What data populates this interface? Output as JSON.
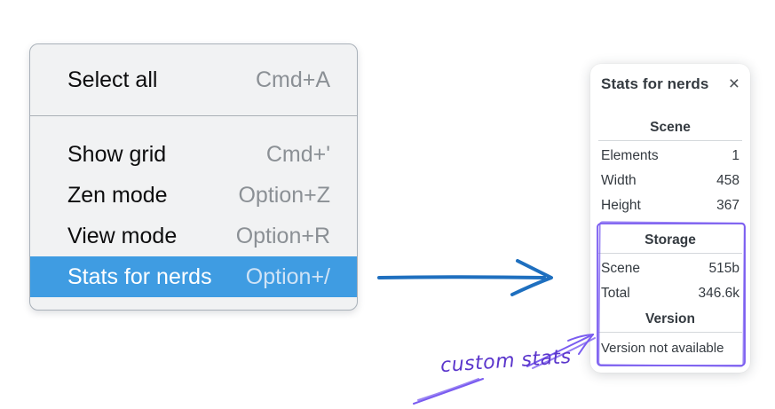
{
  "context_menu": {
    "sections": [
      {
        "items": [
          {
            "label": "Select all",
            "shortcut": "Cmd+A"
          }
        ]
      },
      {
        "items": [
          {
            "label": "Show grid",
            "shortcut": "Cmd+'"
          },
          {
            "label": "Zen mode",
            "shortcut": "Option+Z"
          },
          {
            "label": "View mode",
            "shortcut": "Option+R"
          },
          {
            "label": "Stats for nerds",
            "shortcut": "Option+/",
            "selected": true
          }
        ]
      }
    ]
  },
  "stats_panel": {
    "title": "Stats for nerds",
    "close_icon": "×",
    "sections": [
      {
        "heading": "Scene",
        "rows": [
          {
            "label": "Elements",
            "value": "1"
          },
          {
            "label": "Width",
            "value": "458"
          },
          {
            "label": "Height",
            "value": "367"
          }
        ]
      },
      {
        "heading": "Storage",
        "rows": [
          {
            "label": "Scene",
            "value": "515b"
          },
          {
            "label": "Total",
            "value": "346.6k"
          }
        ]
      },
      {
        "heading": "Version",
        "note": "Version not available"
      }
    ]
  },
  "annotation": {
    "label": "custom stats"
  },
  "colors": {
    "menu_highlight": "#3f9ce2",
    "flow_arrow": "#1e6fbf",
    "annotation_text": "#5b36cc",
    "annotation_stroke": "#7a5cf0"
  }
}
